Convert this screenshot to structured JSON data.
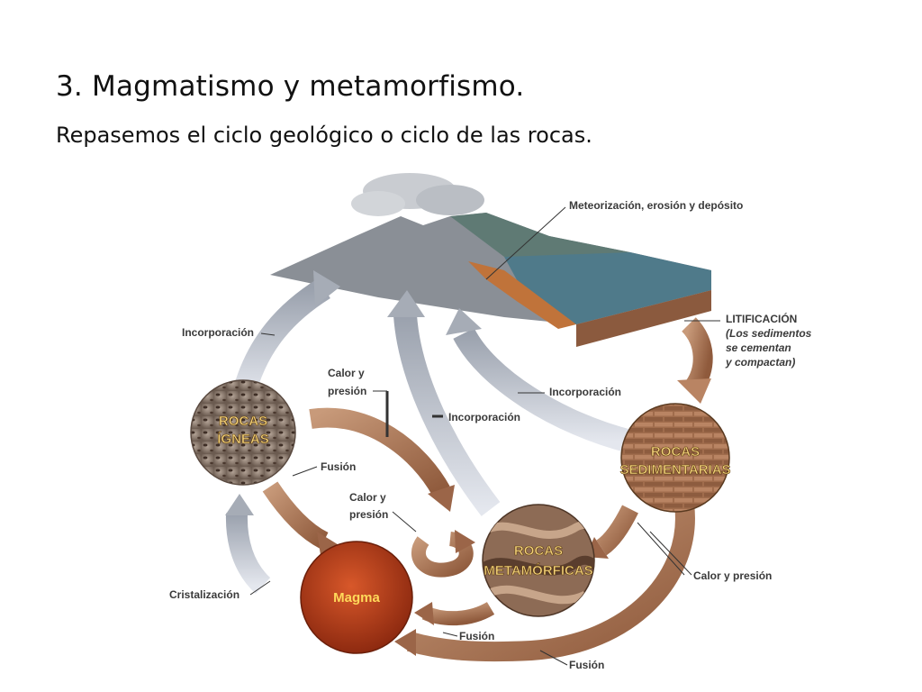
{
  "slide": {
    "title": "3. Magmatismo y metamorfismo.",
    "subtitle": "Repasemos el ciclo geológico o ciclo de las rocas."
  },
  "diagram": {
    "nodes": {
      "igneous": [
        "ROCAS",
        "ÍGNEAS"
      ],
      "sedimentary": [
        "ROCAS",
        "SEDIMENTARIAS"
      ],
      "metamorphic": [
        "ROCAS",
        "METAMÓRFICAS"
      ],
      "magma": "Magma"
    },
    "labels": {
      "weathering": "Meteorización, erosión y depósito",
      "lithification_title": "LITIFICACIÓN",
      "lithification_line1": "(Los sedimentos",
      "lithification_line2": "se cementan",
      "lithification_line3": "y compactan)",
      "incorporation_left": "Incorporación",
      "incorporation_center": "Incorporación",
      "incorporation_right": "Incorporación",
      "heat_pressure_top_1": "Calor y",
      "heat_pressure_top_2": "presión",
      "heat_pressure_mid_1": "Calor y",
      "heat_pressure_mid_2": "presión",
      "heat_pressure_right": "Calor y presión",
      "fusion_left": "Fusión",
      "fusion_bottom_mid": "Fusión",
      "fusion_bottom": "Fusión",
      "crystallization": "Cristalización"
    },
    "colors": {
      "gray_arrow": "#b9bec8",
      "brown_arrow": "#a8765a",
      "magma": "#b8401c",
      "sedimentary": "#9b6a4a",
      "igneous": "#8a7a70",
      "metamorphic": "#8d6b55"
    }
  }
}
